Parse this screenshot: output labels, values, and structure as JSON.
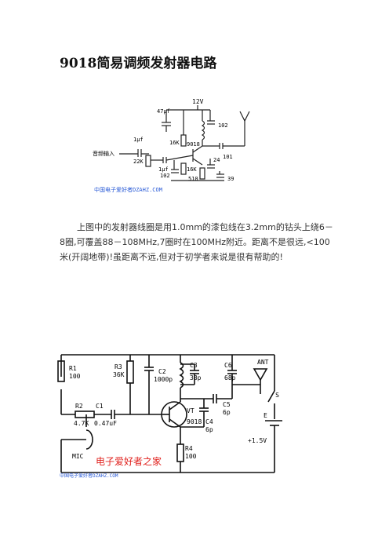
{
  "document": {
    "title": "9018简易调频发射器电路",
    "paragraph": "上图中的发射器线圈是用1.0mm的漆包线在3.2mm的钻头上绕6－8圈,可覆盖88－108MHz,7圈时在100MHz附近。距离不是很远,<100米(开阔地带)!虽距离不远,但对于初学者来说是很有帮助的!"
  },
  "figure1": {
    "labels": {
      "v12": "12V",
      "c47": "47μf",
      "c102a": "102",
      "c1uf": "1μf",
      "input": "音频输入",
      "r22k": "22K",
      "r16ka": "16K",
      "q9018": "9018",
      "c101": "101",
      "c1uf2": "1μf",
      "c102b": "102",
      "r16kb": "16K",
      "r510": "510",
      "c24": "24",
      "c39": "39"
    },
    "watermark": "中国电子爱好者DZAHZ.COM"
  },
  "figure2": {
    "labels": {
      "r1": "R1",
      "r1v": "100",
      "r3": "R3",
      "r3v": "36K",
      "c2": "C2",
      "c2v": "1000p",
      "c3": "C3",
      "c3v": "38p",
      "c6": "C6",
      "c6v": "68p",
      "ant": "ANT",
      "r2": "R2",
      "r2v": "4.7K",
      "c1": "C1",
      "c1v": "0.47uF",
      "vt": "VT",
      "vtv": "9018",
      "c5": "C5",
      "c5v": "6p",
      "c4": "C4",
      "c4v": "6p",
      "s": "S",
      "e": "E",
      "ev": "+1.5V",
      "mic": "MIC",
      "r4": "R4",
      "r4v": "100"
    },
    "brand": "电子爱好者之家",
    "watermark": "中国电子爱好者DZAHZ.COM"
  },
  "colors": {
    "brand_red": "#e0201c",
    "watermark_blue": "#2a5bd7"
  }
}
